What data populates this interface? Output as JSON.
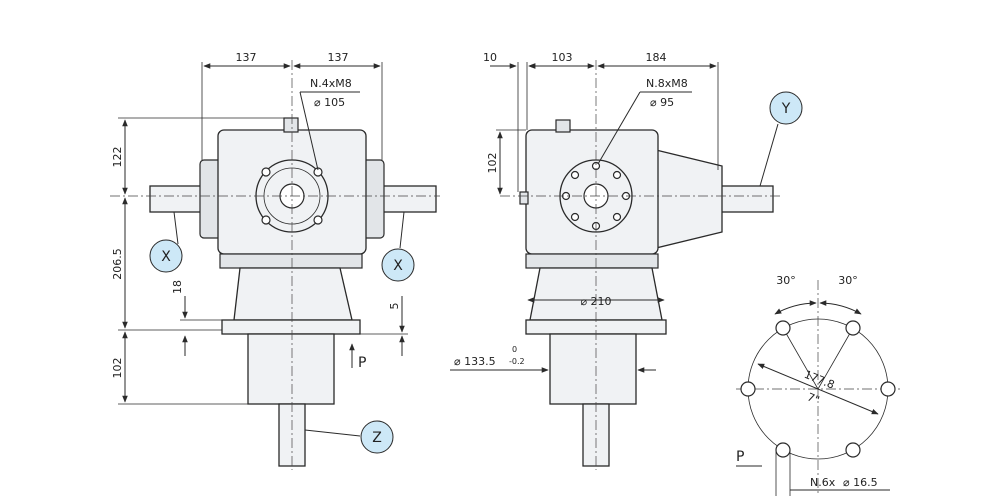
{
  "front_view": {
    "width_left": "137",
    "width_right": "137",
    "bolt_spec": "N.4xM8",
    "bolt_circle": "⌀ 105",
    "height_top": "122",
    "height_mid": "206.5",
    "height_bottom": "102",
    "flange_thickness": "18",
    "spigot_depth": "5",
    "plane_label": "P",
    "shaft_left_label": "X",
    "shaft_right_label": "X",
    "shaft_bottom_label": "Z"
  },
  "side_view": {
    "offset": "10",
    "width_left": "103",
    "width_right": "184",
    "bolt_spec": "N.8xM8",
    "bolt_circle": "⌀ 95",
    "height": "102",
    "flange_diameter": "⌀ 210",
    "spigot_diameter": "⌀ 133.5",
    "tolerance_upper": "0",
    "tolerance_lower": "-0.2",
    "shaft_label": "Y"
  },
  "flange_detail": {
    "angle_left": "30°",
    "angle_right": "30°",
    "pcd_metric": "177.8",
    "pcd_imperial": "7\"",
    "plane_label": "P",
    "holes_spec": "N.6x",
    "hole_diameter": "⌀ 16.5"
  }
}
